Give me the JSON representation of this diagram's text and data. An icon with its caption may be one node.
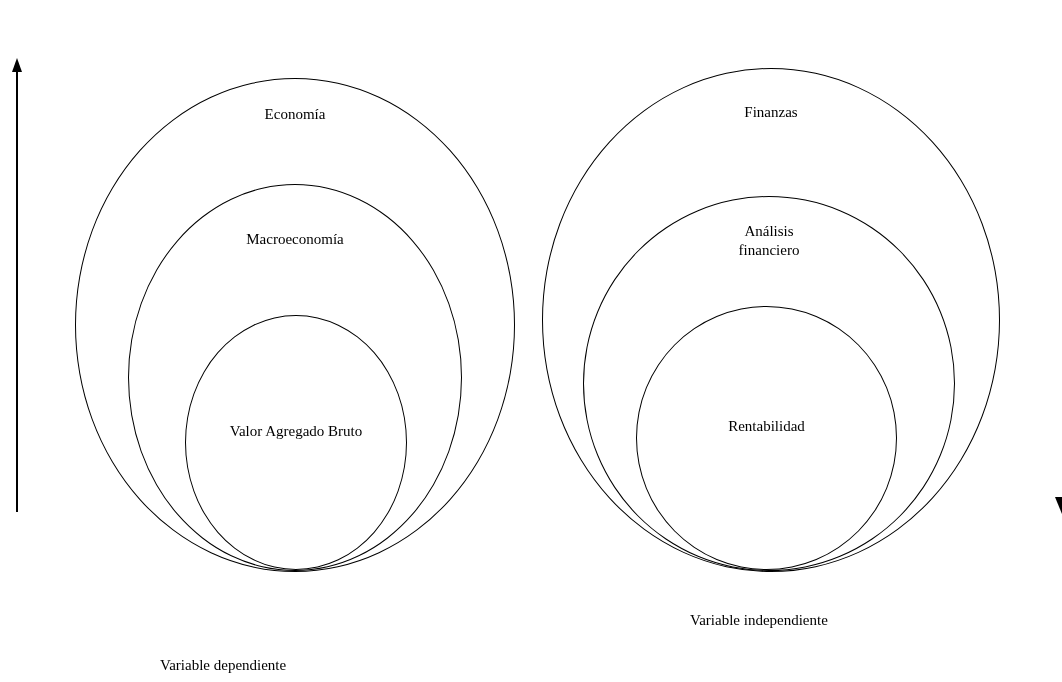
{
  "diagram": {
    "nodes": [
      {
        "text": [
          "Economía"
        ]
      },
      {
        "text": [
          "Macroeconomía"
        ],
        "in": 0
      },
      {
        "text": [
          "Valor Agregado Bruto"
        ],
        "in": 1
      },
      {
        "text": [
          "Finanzas"
        ]
      },
      {
        "text": [
          "Análisis financiero"
        ],
        "in": 3
      },
      {
        "text": [
          "Rentabilidad"
        ],
        "in": 4
      }
    ],
    "labels": [
      "Variable dependiente",
      "Variable independiente"
    ]
  }
}
